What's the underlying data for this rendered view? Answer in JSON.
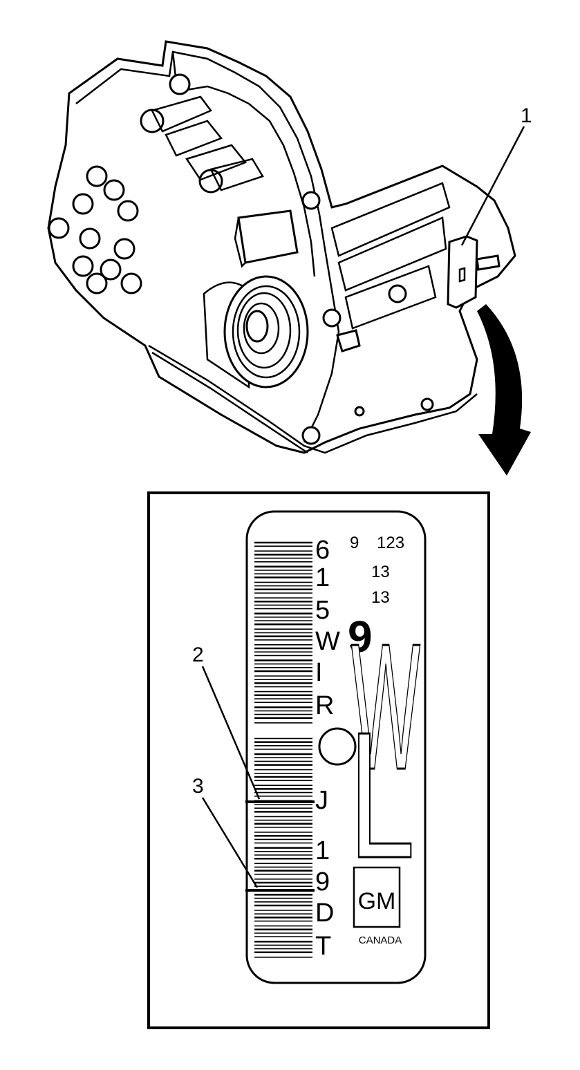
{
  "callouts": {
    "one": "1",
    "two": "2",
    "three": "3"
  },
  "tag": {
    "column": [
      "6",
      "1",
      "5",
      "W",
      "I",
      "R",
      "J",
      "1",
      "9",
      "D",
      "T"
    ],
    "top_codes": [
      "9",
      "123",
      "13",
      "13"
    ],
    "big_code": "9",
    "outline_letters": [
      "W",
      "L"
    ],
    "logo": "GM",
    "country": "CANADA"
  },
  "colors": {
    "ink": "#000000",
    "paper": "#ffffff"
  }
}
